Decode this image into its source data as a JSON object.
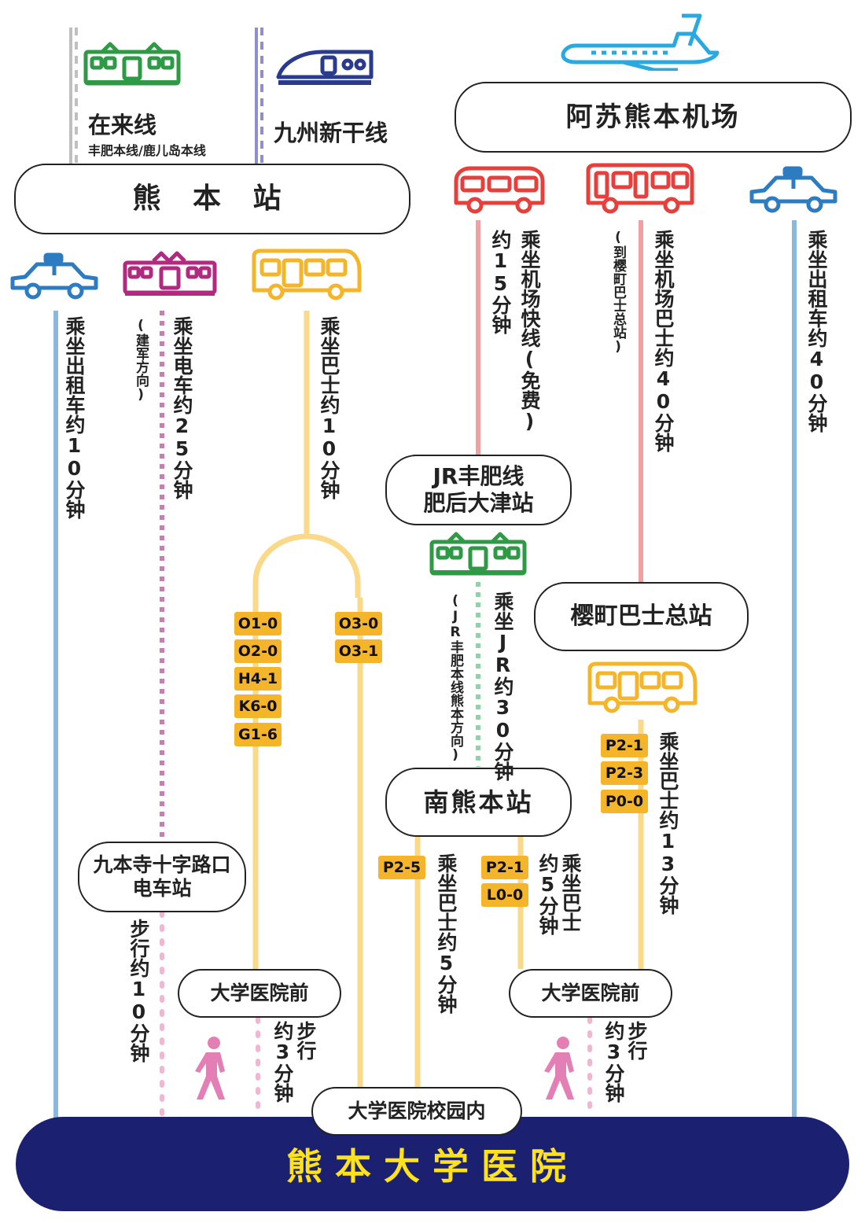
{
  "colors": {
    "jr_green": "#2f9a46",
    "shinkansen_blue": "#2a3b8f",
    "plane_blue": "#2aa8e0",
    "airport_bus_red": "#e5403c",
    "taxi_blue": "#2d7cc1",
    "tram_magenta": "#b02a80",
    "city_bus_yellow": "#f5b52a",
    "line_grey": "#bfbfbf",
    "line_purple": "#8f8fd0",
    "line_lightblue": "#8ab8de",
    "line_pink": "#f0a0a0",
    "line_yellow": "#fad98a",
    "line_green_dash": "#8fd4a5",
    "line_magenta_dash": "#c77fb2",
    "line_pink_dash": "#f3b6d2",
    "hospital_navy": "#1b2170",
    "hospital_text": "#ffe21a",
    "walker_pink": "#e47fb5"
  },
  "icons": [
    "train-icon",
    "shinkansen-icon",
    "airplane-icon",
    "bus-icon",
    "taxi-icon",
    "tram-icon",
    "walker-icon"
  ],
  "lines": {
    "zairai": "在来线",
    "zairai_sub": "丰肥本线/鹿儿岛本线",
    "shinkansen": "九州新干线"
  },
  "stations": {
    "kumamoto": "熊 本 站",
    "airport": "阿苏熊本机场",
    "higo_ozu_1": "JR丰肥线",
    "higo_ozu_2": "肥后大津站",
    "sakuramachi": "樱町巴士总站",
    "minami_kumamoto": "南熊本站",
    "kumotoji_1": "九本寺十字路口",
    "kumotoji_2": "电车站",
    "daigaku_left": "大学医院前",
    "daigaku_right": "大学医院前",
    "campus": "大学医院校园内",
    "hospital": "熊本大学医院"
  },
  "routes": {
    "taxi_10": "乘坐出租车约10分钟",
    "tram_25": "乘坐电车约25分钟",
    "tram_dir": "(建军方向)",
    "bus_10": "乘坐巴士约10分钟",
    "airport_express_1": "约15分钟",
    "airport_express_2": "乘坐机场快线(免费)",
    "airport_bus": "乘坐机场巴士约40分钟",
    "airport_bus_dir": "(到樱町巴士总站)",
    "taxi_40": "乘坐出租车约40分钟",
    "jr_30": "乘坐JR约30分钟",
    "jr_dir": "(JR丰肥本线熊本方向)",
    "bus_13": "乘坐巴士约13分钟",
    "bus_5_a": "乘坐巴士约5分钟",
    "bus_5_b1": "约5分钟",
    "bus_5_b2": "乘坐巴士",
    "walk_10": "步行约10分钟",
    "walk_3_l1": "约3分钟",
    "walk_3_l2": "步行",
    "walk_3_r1": "约3分钟",
    "walk_3_r2": "步行"
  },
  "bus_codes": {
    "left_branch": [
      "O1-0",
      "O2-0",
      "H4-1",
      "K6-0",
      "G1-6"
    ],
    "right_branch": [
      "O3-0",
      "O3-1"
    ],
    "sakuramachi": [
      "P2-1",
      "P2-3",
      "P0-0"
    ],
    "minami_left": [
      "P2-5"
    ],
    "minami_right": [
      "P2-1",
      "L0-0"
    ]
  }
}
